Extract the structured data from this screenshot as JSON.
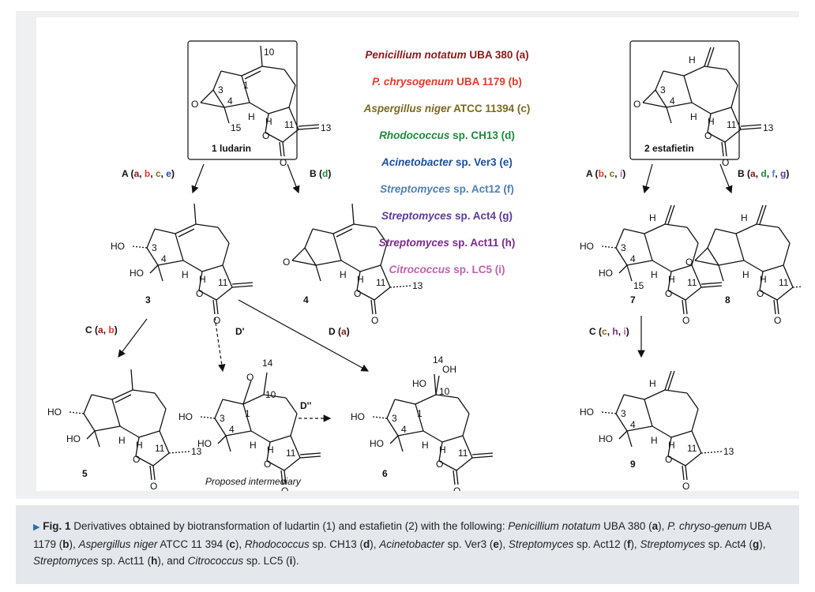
{
  "organisms": [
    {
      "name": "Penicillium notatum",
      "code": " UBA 380 (a)",
      "italic": true,
      "color": "#8b1a1a"
    },
    {
      "name": "P. chrysogenum",
      "code": " UBA 1179 (b)",
      "italic": true,
      "color": "#e03a2a"
    },
    {
      "name": "Aspergillus niger",
      "code": " ATCC 11394 (c)",
      "italic": true,
      "color": "#7a6a20"
    },
    {
      "name": "Rhodococcus",
      "code": " sp. CH13 (d)",
      "italic": true,
      "color": "#1f8a3c"
    },
    {
      "name": "Acinetobacter",
      "code": " sp. Ver3 (e)",
      "italic": true,
      "color": "#1a4f9c"
    },
    {
      "name": "Streptomyces",
      "code": " sp. Act12 (f)",
      "italic": true,
      "color": "#4f7fb8"
    },
    {
      "name": "Streptomyces",
      "code": " sp. Act4 (g)",
      "italic": true,
      "color": "#5a3a9a"
    },
    {
      "name": "Streptomyces",
      "code": " sp. Act11 (h)",
      "italic": true,
      "color": "#7a2a8a"
    },
    {
      "name": "Citrococcus",
      "code": " sp. LC5 (i)",
      "italic": true,
      "color": "#c060b0"
    }
  ],
  "compounds": {
    "c1": "1 ludarin",
    "c2": "2 estafietin",
    "c3": "3",
    "c4": "4",
    "c5": "5",
    "c6": "6",
    "c7": "7",
    "c8": "8",
    "c9": "9"
  },
  "reactions": {
    "A_left": {
      "letter": "A",
      "open": " (",
      "strains": [
        "a",
        ", ",
        "b",
        ", ",
        "c",
        ", ",
        "e"
      ],
      "close": ")"
    },
    "B_left": {
      "letter": "B",
      "open": " (",
      "strains": [
        "d"
      ],
      "close": ")"
    },
    "A_right": {
      "letter": "A",
      "open": " (",
      "strains": [
        "b",
        ", ",
        "c",
        ", ",
        "i"
      ],
      "close": ")"
    },
    "B_right": {
      "letter": "B",
      "open": " (",
      "strains": [
        "a",
        ", ",
        "d",
        ", ",
        "f",
        ", ",
        "g"
      ],
      "close": ")"
    },
    "C_left": {
      "letter": "C",
      "open": " (",
      "strains": [
        "a",
        ", ",
        "b"
      ],
      "close": ")"
    },
    "D_prime": "D'",
    "D": {
      "letter": "D",
      "open": " (",
      "strains": [
        "a"
      ],
      "close": ")"
    },
    "D_dprime": "D''",
    "C_right": {
      "letter": "C",
      "open": " (",
      "strains": [
        "c",
        ", ",
        "h",
        ", ",
        "i"
      ],
      "close": ")"
    }
  },
  "strain_colors": {
    "a": "#8b1a1a",
    "b": "#e03a2a",
    "c": "#7a6a20",
    "d": "#1f8a3c",
    "e": "#1a4f9c",
    "f": "#4f7fb8",
    "g": "#5a3a9a",
    "h": "#7a2a8a",
    "i": "#c060b0"
  },
  "proposed_intermediary": "Proposed intermediary",
  "atom_labels": {
    "n1": "1",
    "n3": "3",
    "n4": "4",
    "n10": "10",
    "n11": "11",
    "n13": "13",
    "n14": "14",
    "n15": "15",
    "H": "H",
    "O": "O",
    "HO": "HO",
    "OH": "OH"
  },
  "caption": {
    "fig": "Fig. 1",
    "text_parts": [
      {
        "t": " Derivatives obtained by biotransformation of ludartin (1) and estafietin (2) with the following: ",
        "s": "n"
      },
      {
        "t": "Penicillium notatum",
        "s": "i"
      },
      {
        "t": " UBA 380 (",
        "s": "n"
      },
      {
        "t": "a",
        "s": "b"
      },
      {
        "t": "), ",
        "s": "n"
      },
      {
        "t": "P. chryso-genum",
        "s": "i"
      },
      {
        "t": " UBA 1179 (",
        "s": "n"
      },
      {
        "t": "b",
        "s": "b"
      },
      {
        "t": "), ",
        "s": "n"
      },
      {
        "t": "Aspergillus niger",
        "s": "i"
      },
      {
        "t": " ATCC 11 394 (",
        "s": "n"
      },
      {
        "t": "c",
        "s": "b"
      },
      {
        "t": "), ",
        "s": "n"
      },
      {
        "t": "Rhodococcus",
        "s": "i"
      },
      {
        "t": " sp. CH13 (",
        "s": "n"
      },
      {
        "t": "d",
        "s": "b"
      },
      {
        "t": "), ",
        "s": "n"
      },
      {
        "t": "Acinetobacter",
        "s": "i"
      },
      {
        "t": " sp. Ver3 (",
        "s": "n"
      },
      {
        "t": "e",
        "s": "b"
      },
      {
        "t": "), ",
        "s": "n"
      },
      {
        "t": "Streptomyces",
        "s": "i"
      },
      {
        "t": " sp. Act12 (",
        "s": "n"
      },
      {
        "t": "f",
        "s": "b"
      },
      {
        "t": "), ",
        "s": "n"
      },
      {
        "t": "Streptomyces",
        "s": "i"
      },
      {
        "t": " sp. Act4 (",
        "s": "n"
      },
      {
        "t": "g",
        "s": "b"
      },
      {
        "t": "), ",
        "s": "n"
      },
      {
        "t": "Streptomyces",
        "s": "i"
      },
      {
        "t": " sp. Act11 (",
        "s": "n"
      },
      {
        "t": "h",
        "s": "b"
      },
      {
        "t": "), and ",
        "s": "n"
      },
      {
        "t": "Citrococcus",
        "s": "i"
      },
      {
        "t": " sp. LC5 (",
        "s": "n"
      },
      {
        "t": "i",
        "s": "b"
      },
      {
        "t": ").",
        "s": "n"
      }
    ]
  }
}
